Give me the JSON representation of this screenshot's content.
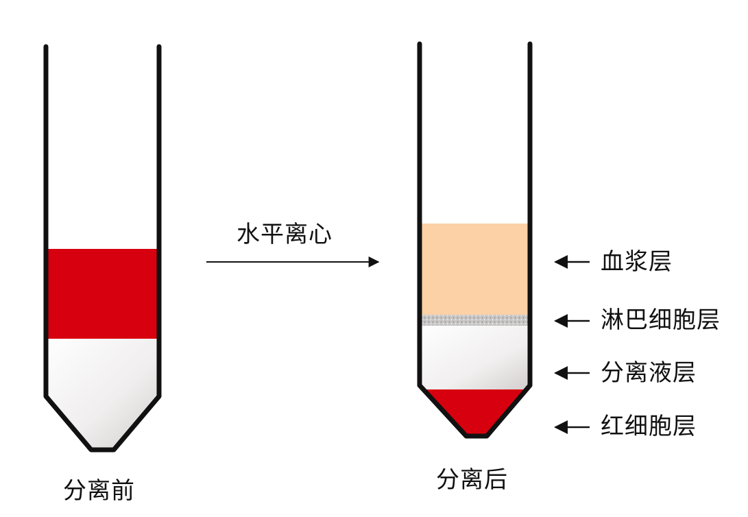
{
  "tube_before": {
    "caption": "分离前",
    "layers": [
      {
        "name": "blood",
        "color": "#d7000f"
      },
      {
        "name": "separation-liquid",
        "color": "#f2f0f0"
      }
    ]
  },
  "process": {
    "label": "水平离心"
  },
  "tube_after": {
    "caption": "分离后",
    "layers": [
      {
        "label": "血浆层",
        "color": "#fcd1a6"
      },
      {
        "label": "淋巴细胞层",
        "color": "#b9b6b6"
      },
      {
        "label": "分离液层",
        "color": "#f2f0f0"
      },
      {
        "label": "红细胞层",
        "color": "#d7000f"
      }
    ]
  },
  "colors": {
    "outline": "#111111",
    "background": "#ffffff"
  }
}
